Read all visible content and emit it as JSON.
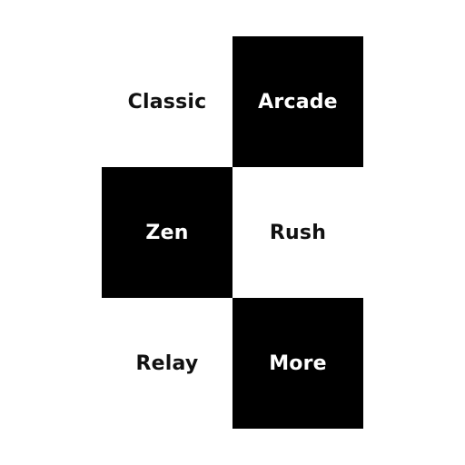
{
  "menu": {
    "tiles": [
      {
        "label": "Classic",
        "tone": "light"
      },
      {
        "label": "Arcade",
        "tone": "dark"
      },
      {
        "label": "Zen",
        "tone": "dark"
      },
      {
        "label": "Rush",
        "tone": "light"
      },
      {
        "label": "Relay",
        "tone": "light"
      },
      {
        "label": "More",
        "tone": "dark"
      }
    ]
  },
  "colors": {
    "dark_tile": "#000000",
    "light_tile": "#ffffff",
    "dark_text": "#111111",
    "light_text": "#ffffff"
  }
}
